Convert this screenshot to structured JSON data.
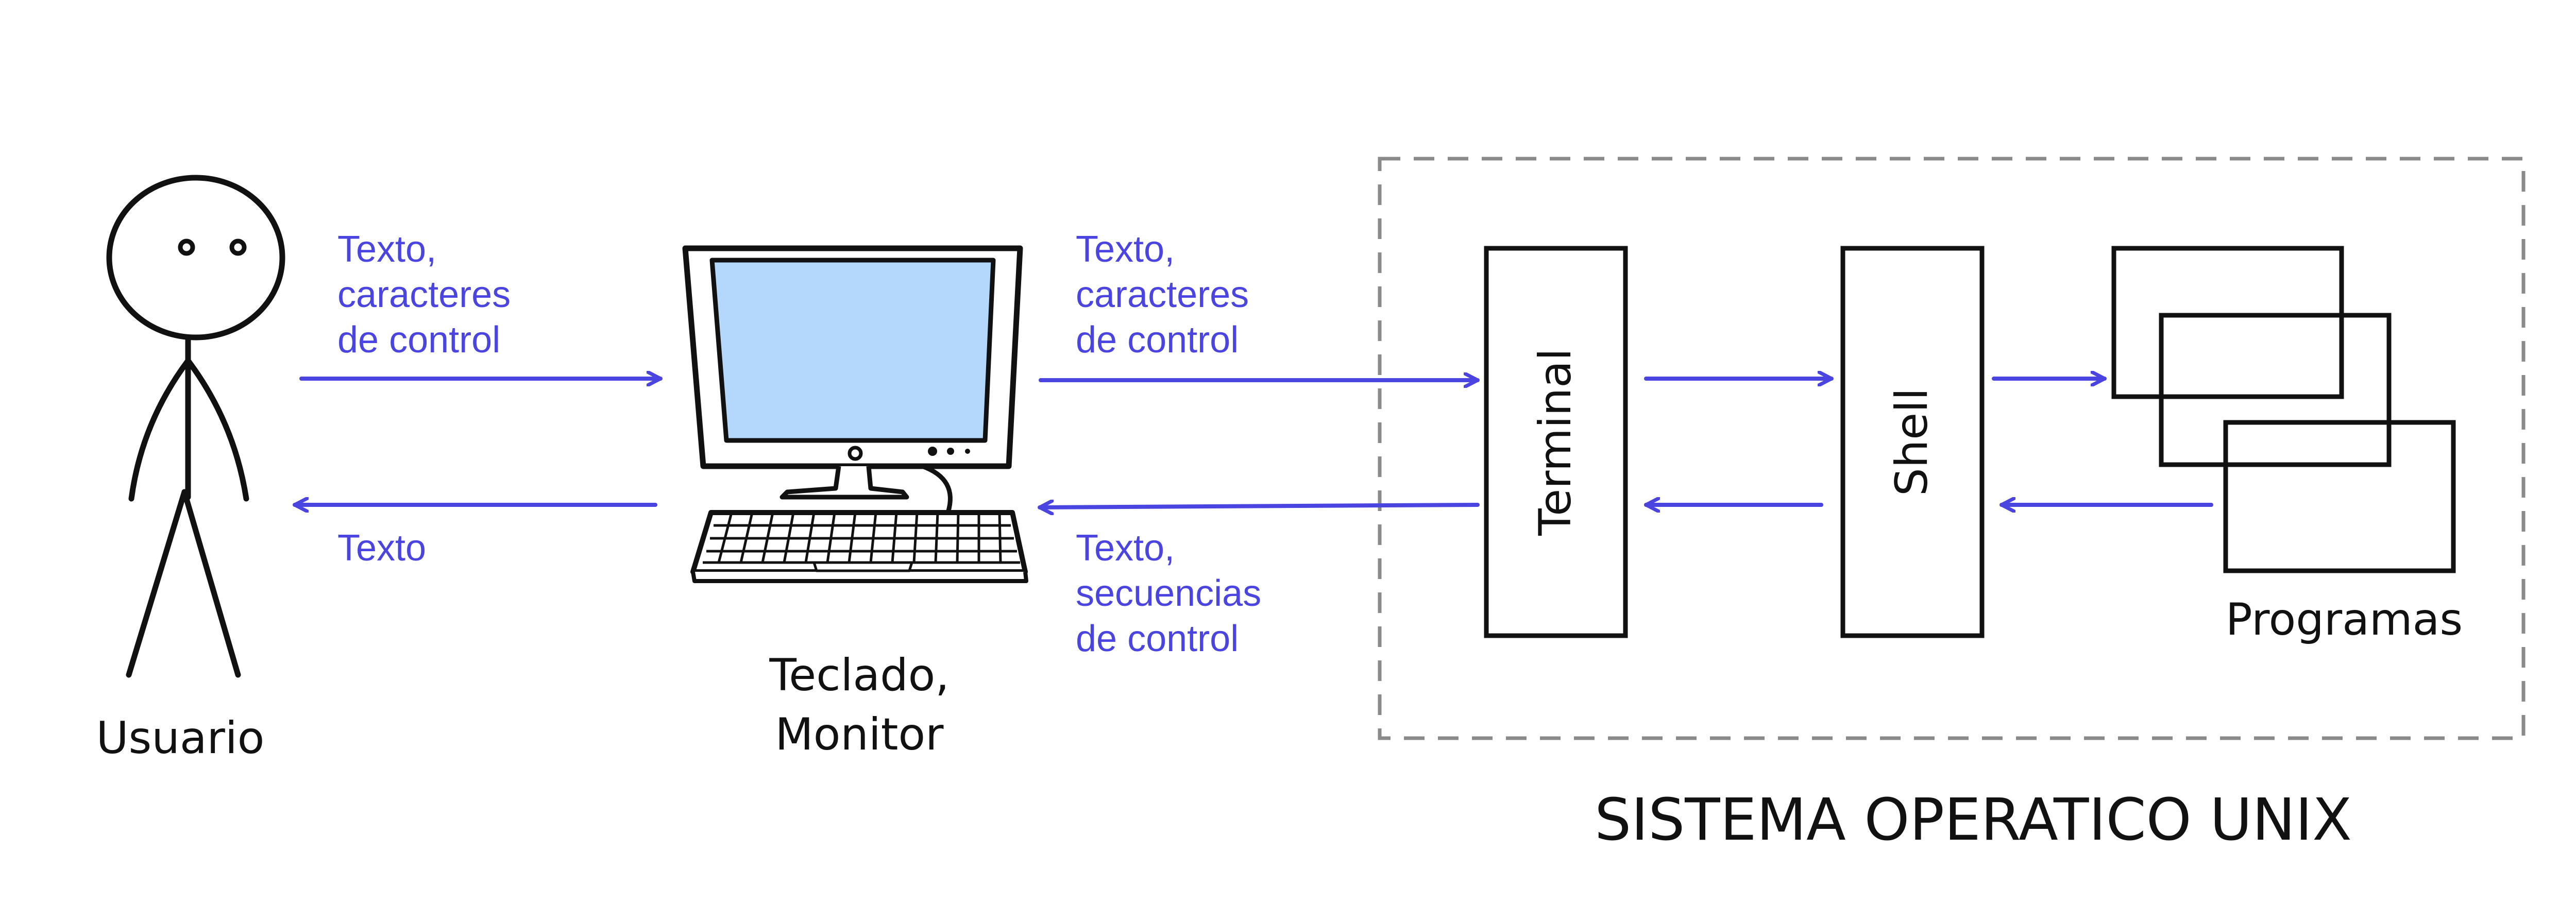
{
  "colors": {
    "accent": "#4a44e0",
    "ink": "#111111",
    "screen": "#b3d8fb",
    "boundary": "#8a8a8a"
  },
  "nodes": {
    "user": {
      "label": "Usuario",
      "icon": "stick-figure-icon"
    },
    "computer": {
      "label_line1": "Teclado,",
      "label_line2": "Monitor",
      "icon": "computer-icon"
    },
    "terminal": {
      "label": "Terminal"
    },
    "shell": {
      "label": "Shell"
    },
    "programs": {
      "label": "Programas"
    }
  },
  "edges": {
    "user_to_computer": {
      "line1": "Texto,",
      "line2": "caracteres",
      "line3": "de control"
    },
    "computer_to_user": {
      "line1": "Texto"
    },
    "computer_to_terminal": {
      "line1": "Texto,",
      "line2": "caracteres",
      "line3": "de control"
    },
    "terminal_to_computer": {
      "line1": "Texto,",
      "line2": "secuencias",
      "line3": "de control"
    }
  },
  "system": {
    "title": "SISTEMA OPERATICO UNIX"
  }
}
